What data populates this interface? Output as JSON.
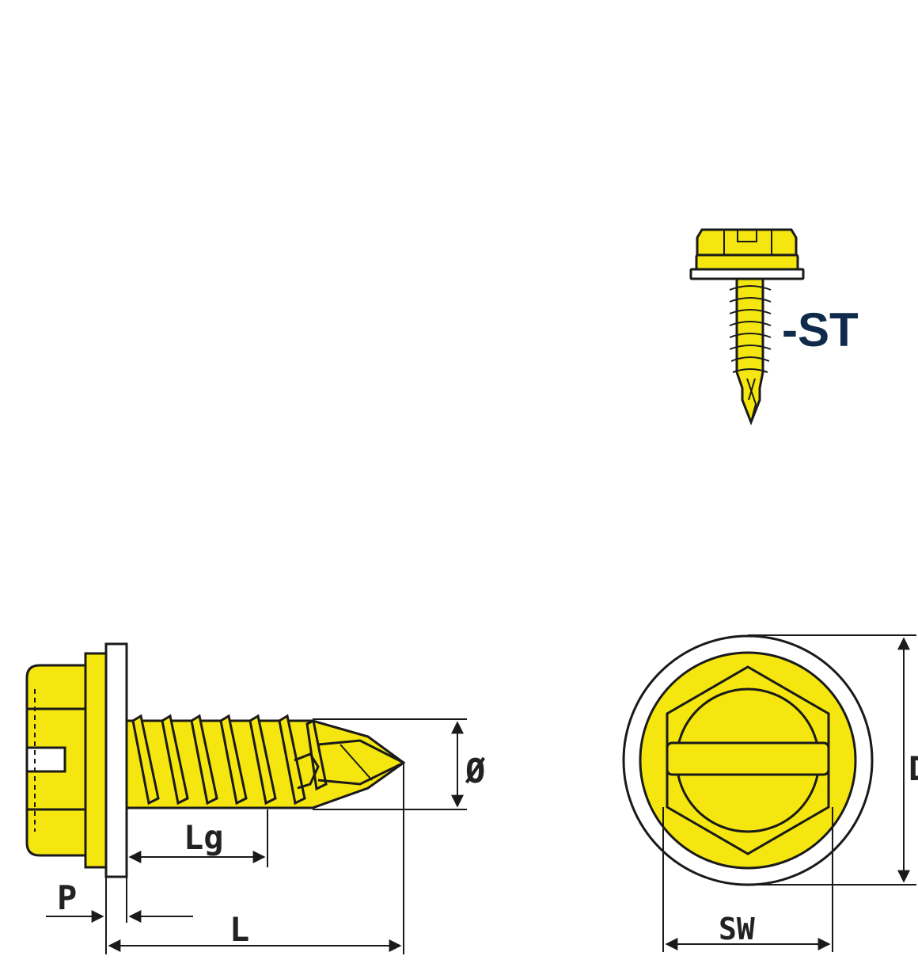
{
  "series_label": "-ST",
  "dimensions": {
    "diameter": "Ø",
    "thread_length": "Lg",
    "washer_thickness": "P",
    "length": "L",
    "washer_diameter": "D",
    "hex_width": "SW"
  },
  "colors": {
    "screw_body": "#f4e60e",
    "outline": "#1a1a1a",
    "washer": "#ffffff",
    "series_label": "#0f2a4a"
  }
}
